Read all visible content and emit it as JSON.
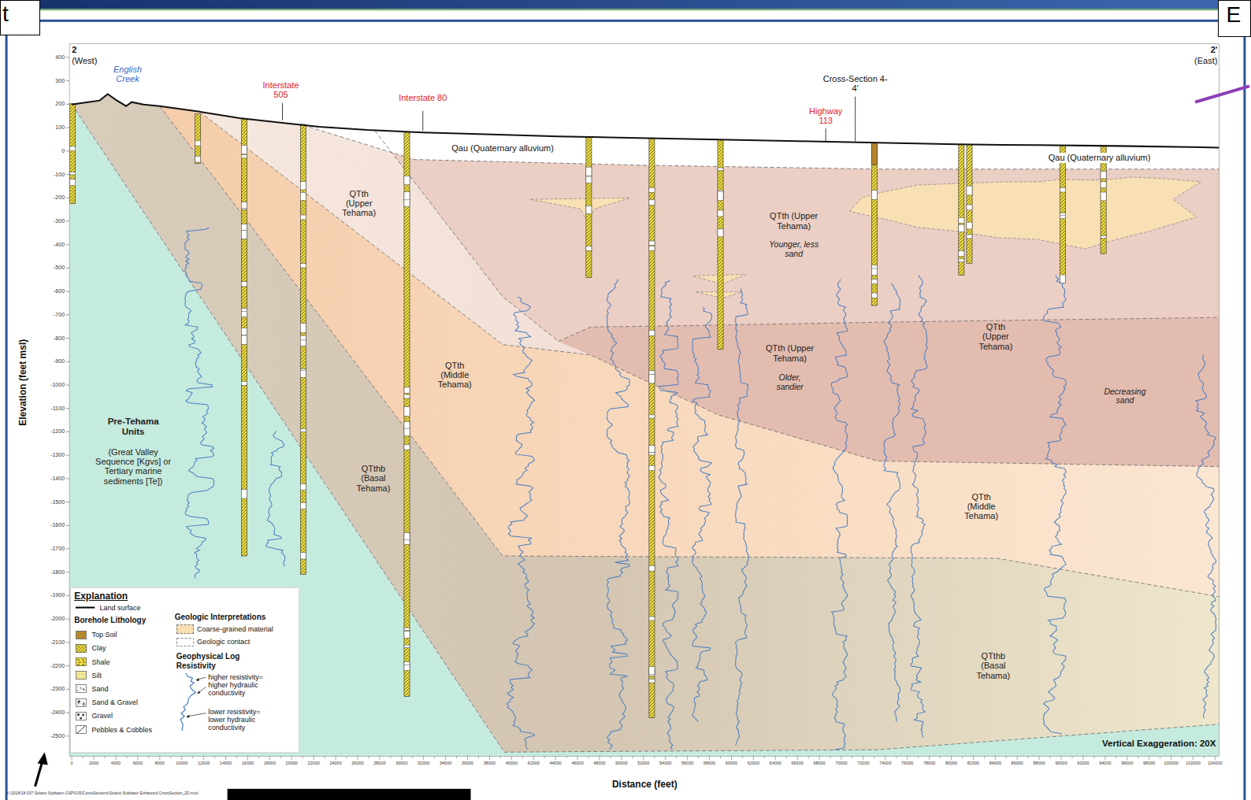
{
  "diagram": {
    "nodes": [
      {
        "text": [
          "t"
        ]
      },
      {
        "text": [
          "E"
        ]
      },
      {
        "text": [
          "Explanation",
          "Borehole Lithology",
          "Geologic Interpretations",
          "Geophysical Log Resistivity"
        ]
      }
    ],
    "labels": [
      "2",
      "(West)",
      "English Creek",
      "Interstate 505",
      "Interstate 80",
      "Cross-Section 4-4'",
      "Highway 113",
      "2'",
      "(East)",
      "Qau (Quaternary alluvium)",
      "Qau (Quaternary alluvium)",
      "QTth (Upper Tehama)",
      "QTth (Middle Tehama)",
      "QTthb (Basal Tehama)",
      "Pre-Tehama Units",
      "(Great Valley Sequence [Kgvs] or Tertiary marine sediments [Te])",
      "QTth (Upper Tehama)",
      "Younger, less sand",
      "QTth (Upper Tehama)",
      "Older, sandier",
      "QTth (Upper Tehama)",
      "Decreasing sand",
      "QTth (Middle Tehama)",
      "QTthb (Basal Tehama)",
      "Vertical Exaggeration: 20X",
      "Elevation (feet msl)",
      "Distance (feet)",
      "X:\\2018\\18-037 Solano Subbasin GSP\\GIS\\CrossSections\\Solano Subbasin Enhanced CrossSection_2D.mxd",
      "400",
      "300",
      "200",
      "100",
      "0",
      "-100",
      "-200",
      "-300",
      "-400",
      "-500",
      "-600",
      "-700",
      "-800",
      "-900",
      "-1000",
      "-1100",
      "-1200",
      "-1300",
      "-1400",
      "-1500",
      "-1600",
      "-1700",
      "-1800",
      "-1900",
      "-2000",
      "-2100",
      "-2200",
      "-2300",
      "-2400",
      "-2500",
      "0",
      "2000",
      "4000",
      "6000",
      "8000",
      "10000",
      "12000",
      "14000",
      "16000",
      "18000",
      "20000",
      "22000",
      "24000",
      "26000",
      "28000",
      "30000",
      "32000",
      "34000",
      "36000",
      "38000",
      "40000",
      "42000",
      "44000",
      "46000",
      "48000",
      "50000",
      "52000",
      "54000",
      "56000",
      "58000",
      "60000",
      "62000",
      "64000",
      "66000",
      "68000",
      "70000",
      "72000",
      "74000",
      "76000",
      "78000",
      "80000",
      "82000",
      "84000",
      "86000",
      "88000",
      "90000",
      "92000",
      "94000",
      "96000",
      "98000",
      "100000",
      "102000",
      "104000"
    ],
    "legend": [
      {
        "text": "Land surface"
      },
      {
        "text": "Top Soil",
        "color": "#b5862a"
      },
      {
        "text": "Clay"
      },
      {
        "text": "Shale"
      },
      {
        "text": "Silt"
      },
      {
        "text": "Sand"
      },
      {
        "text": "Sand & Gravel"
      },
      {
        "text": "Gravel"
      },
      {
        "text": "Pebbles & Cobbles"
      },
      {
        "text": "Coarse-grained material",
        "color": "#f9e0b4"
      },
      {
        "text": "Geologic contact"
      },
      {
        "text": "higher resistivity= higher hydraulic conductivity"
      },
      {
        "text": "lower resistivity= lower hydraulic conductivity"
      }
    ]
  }
}
